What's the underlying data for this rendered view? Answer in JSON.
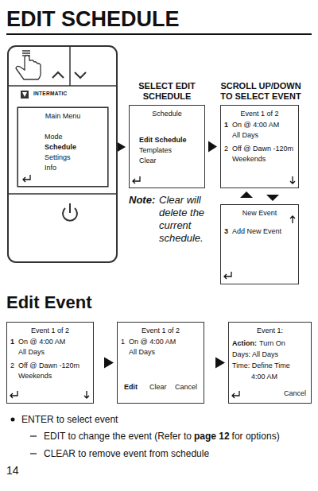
{
  "diagram": {
    "title": "EDIT SCHEDULE",
    "nodes": [
      {
        "text": [
          "Main Menu",
          "Mode",
          "Schedule",
          "Settings",
          "Info"
        ]
      },
      {
        "text": [
          "Schedule",
          "Edit Schedule",
          "Templates",
          "Clear"
        ]
      },
      {
        "text": [
          "Event 1 of 2",
          "1",
          "On @ 4:00 AM",
          "All Days",
          "2",
          "Off @ Dawn -120m",
          "Weekends"
        ]
      },
      {
        "text": [
          "New Event",
          "3",
          "Add New Event"
        ]
      },
      {
        "text": [
          "Event 1 of 2",
          "1",
          "On @ 4:00 AM",
          "All Days",
          "2",
          "Off @ Dawn -120m",
          "Weekends"
        ]
      },
      {
        "text": [
          "Event 1 of 2",
          "1",
          "On @ 4:00 AM",
          "All Days",
          "Edit",
          "Clear",
          "Cancel"
        ]
      },
      {
        "text": [
          "Event 1:",
          "Action:",
          "Turn On",
          "Days: All Days",
          "Time: Define Time",
          "4:00 AM",
          "Cancel"
        ]
      }
    ],
    "edges": [
      {
        "from": 0,
        "to": 1,
        "arrow": "to"
      },
      {
        "from": 1,
        "to": 2,
        "arrow": "to"
      },
      {
        "from": 2,
        "to": 3,
        "arrow": "both"
      },
      {
        "from": 4,
        "to": 5,
        "arrow": "to"
      },
      {
        "from": 5,
        "to": 6,
        "arrow": "to"
      }
    ],
    "labels": [
      "INTERMATIC",
      "SELECT EDIT SCHEDULE",
      "SCROLL UP/DOWN TO SELECT EVENT",
      "Note:",
      "Clear will delete the current schedule.",
      "Edit Event",
      "ENTER to select event",
      "EDIT to change the event (Refer to",
      "page 12",
      "for options)",
      "CLEAR to remove event from schedule",
      "14"
    ]
  }
}
